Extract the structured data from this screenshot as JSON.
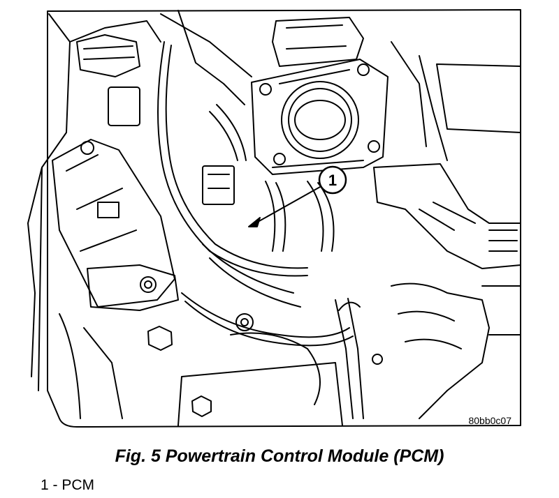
{
  "figure": {
    "callout_number": "1",
    "figure_code": "80bb0c07"
  },
  "caption": "Fig. 5 Powertrain Control Module (PCM)",
  "legend": {
    "items": [
      "1 - PCM"
    ]
  }
}
